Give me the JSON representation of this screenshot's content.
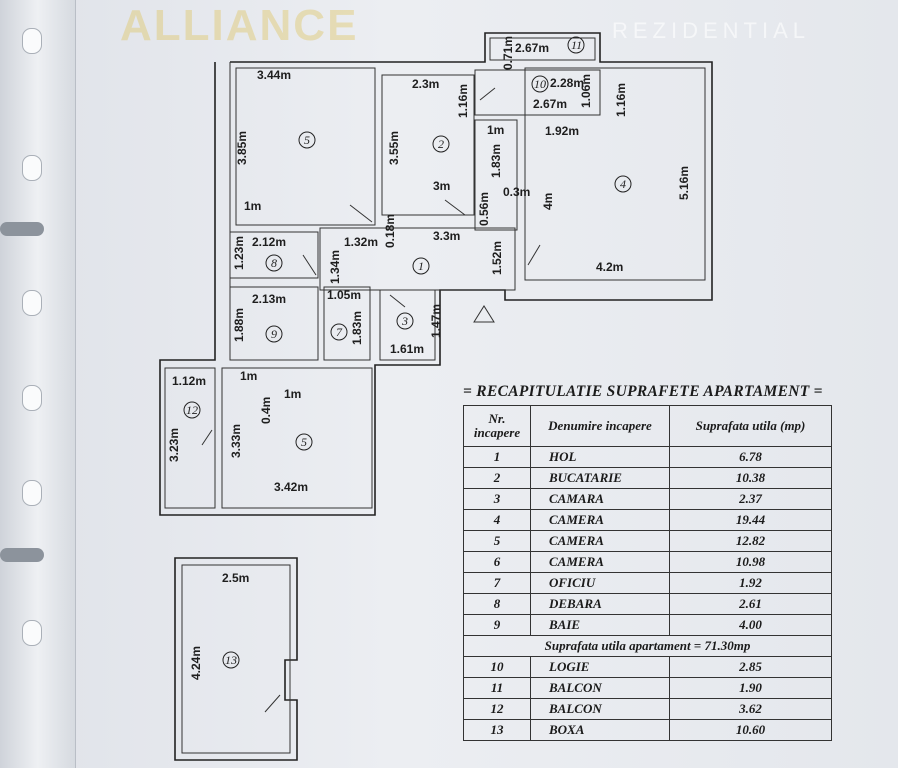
{
  "plan": {
    "dims": {
      "d11w": "2.67m",
      "d11h": "0.71m",
      "d10w_top": "2.67m",
      "d10w": "2.67m",
      "d10h": "1.06m",
      "d5w": "3.44m",
      "d5h": "3.85m",
      "d5door": "1m",
      "d2w": "2.3m",
      "d2h_top": "1.16m",
      "d2h": "3.55m",
      "d2w_bot": "3m",
      "dcor_w": "1m",
      "dcor_h": "1.83m",
      "dcor_03": "0.3m",
      "dcor_056": "0.56m",
      "d4w_top": "2.28m",
      "d4h_top": "1.16m",
      "d4w2": "1.92m",
      "d4h": "5.16m",
      "d4h2": "4m",
      "d4w": "4.2m",
      "d1w": "3.3m",
      "d1_018": "0.18m",
      "d1_132": "1.32m",
      "d1_134": "1.34m",
      "d1h": "1.52m",
      "d8w": "2.12m",
      "d8h": "1.23m",
      "d9w": "2.13m",
      "d9h": "1.88m",
      "d7w": "1.05m",
      "d7h": "1.83m",
      "d3w": "1.61m",
      "d3h": "1.47m",
      "d12w": "1.12m",
      "d12h": "3.23m",
      "d6w_a": "1m",
      "d6w_b": "1m",
      "d6_04": "0.4m",
      "d6h": "3.33m",
      "d6w": "3.42m",
      "d13w": "2.5m",
      "d13h": "4.24m"
    },
    "room_numbers": {
      "r1": "1",
      "r2": "2",
      "r3": "3",
      "r4": "4",
      "r5": "5",
      "r6": "5",
      "r7": "7",
      "r8": "8",
      "r9": "9",
      "r10": "10",
      "r11": "11",
      "r12": "12",
      "r13": "13"
    }
  },
  "watermark": {
    "brand": "ALLIANCE",
    "sub": "REZIDENTIAL"
  },
  "summary": {
    "title": "= RECAPITULATIE SUPRAFETE  APARTAMENT =",
    "headers": {
      "nr": "Nr. incapere",
      "name": "Denumire incapere",
      "area": "Suprafata utila (mp)"
    },
    "rows": [
      {
        "nr": "1",
        "name": "HOL",
        "area": "6.78"
      },
      {
        "nr": "2",
        "name": "BUCATARIE",
        "area": "10.38"
      },
      {
        "nr": "3",
        "name": "CAMARA",
        "area": "2.37"
      },
      {
        "nr": "4",
        "name": "CAMERA",
        "area": "19.44"
      },
      {
        "nr": "5",
        "name": "CAMERA",
        "area": "12.82"
      },
      {
        "nr": "6",
        "name": "CAMERA",
        "area": "10.98"
      },
      {
        "nr": "7",
        "name": "OFICIU",
        "area": "1.92"
      },
      {
        "nr": "8",
        "name": "DEBARA",
        "area": "2.61"
      },
      {
        "nr": "9",
        "name": "BAIE",
        "area": "4.00"
      }
    ],
    "total": "Suprafata utila apartament = 71.30mp",
    "extra_rows": [
      {
        "nr": "10",
        "name": "LOGIE",
        "area": "2.85"
      },
      {
        "nr": "11",
        "name": "BALCON",
        "area": "1.90"
      },
      {
        "nr": "12",
        "name": "BALCON",
        "area": "3.62"
      },
      {
        "nr": "13",
        "name": "BOXA",
        "area": "10.60"
      }
    ]
  }
}
